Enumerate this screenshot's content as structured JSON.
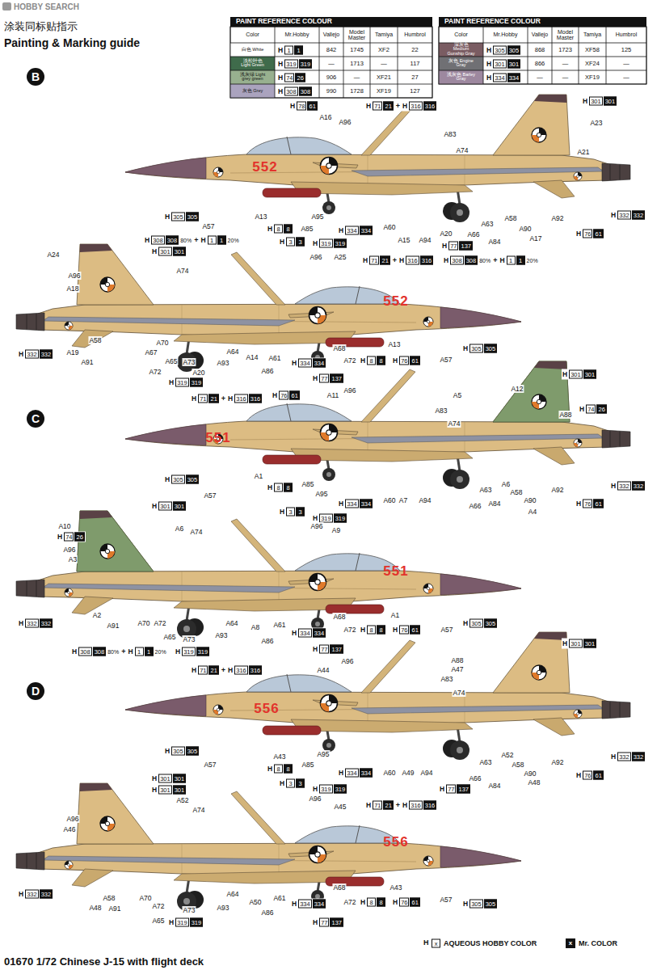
{
  "diagram": {
    "title": "Painting & Marking guide",
    "caption": "01670 1/72 Chinese J-15 with flight deck",
    "nodes": [
      {
        "text": [
          "B"
        ]
      },
      {
        "text": [
          "C"
        ]
      },
      {
        "text": [
          "D"
        ]
      }
    ],
    "labels": [
      "HOBBY SEARCH",
      "涂装同标贴指示",
      "PAINT REFERENCE COLOUR",
      "Color",
      "Mr.Hobby",
      "Vallejo",
      "Model Master",
      "Tamiya",
      "Humbrol",
      "白色 White",
      "H",
      "1",
      "1",
      "842",
      "1745",
      "XF2",
      "22",
      "淡松叶色 Light Green",
      "H",
      "319",
      "319",
      "—",
      "1713",
      "—",
      "117",
      "浅灰绿 Light grey green",
      "H",
      "74",
      "26",
      "906",
      "—",
      "XF21",
      "27",
      "灰色 Grey",
      "H",
      "308",
      "308",
      "990",
      "1728",
      "XF19",
      "127",
      "PAINT REFERENCE COLOUR",
      "Color",
      "Mr.Hobby",
      "Vallejo",
      "Model Master",
      "Tamiya",
      "Humbrol",
      "深灰色 Medium Gunship Gray",
      "H",
      "305",
      "305",
      "868",
      "1723",
      "XF58",
      "125",
      "灰色 Engine Gray",
      "H",
      "301",
      "301",
      "866",
      "—",
      "XF24",
      "—",
      "浅灰色 Barley Gray",
      "H",
      "334",
      "334",
      "—",
      "—",
      "XF19",
      "—",
      "H",
      "78",
      "61",
      "H",
      "71",
      "21",
      "+",
      "H",
      "316",
      "316",
      "A16",
      "A96",
      "H",
      "301",
      "301",
      "A83",
      "A23",
      "A74",
      "A21",
      "552",
      "A13",
      "H",
      "305",
      "305",
      "A57",
      "H",
      "8",
      "8",
      "A85",
      "A95",
      "H",
      "3",
      "3",
      "H",
      "319",
      "319",
      "H",
      "334",
      "334",
      "A60",
      "A15",
      "A94",
      "A20",
      "A66",
      "H",
      "77",
      "137",
      "A63",
      "A84",
      "A58",
      "A90",
      "A17",
      "A92",
      "H",
      "332",
      "332",
      "H",
      "76",
      "61",
      "H",
      "308",
      "308",
      "80%",
      "+",
      "H",
      "1",
      "1",
      "20%",
      "H",
      "301",
      "301",
      "A24",
      "A96",
      "A18",
      "A74",
      "A96",
      "A25",
      "H",
      "71",
      "21",
      "+",
      "H",
      "316",
      "316",
      "H",
      "308",
      "308",
      "80%",
      "+",
      "H",
      "1",
      "1",
      "20%",
      "552",
      "H",
      "332",
      "332",
      "A19",
      "A58",
      "A91",
      "A70",
      "A67",
      "A65",
      "A72",
      "A73",
      "A20",
      "H",
      "319",
      "319",
      "A93",
      "A64",
      "A14",
      "A61",
      "A86",
      "H",
      "334",
      "334",
      "H",
      "77",
      "137",
      "A68",
      "A72",
      "H",
      "8",
      "8",
      "A13",
      "H",
      "76",
      "61",
      "A57",
      "H",
      "305",
      "305",
      "H",
      "301",
      "301",
      "H",
      "71",
      "21",
      "+",
      "H",
      "316",
      "316",
      "H",
      "76",
      "61",
      "A11",
      "A96",
      "A12",
      "A5",
      "A88",
      "H",
      "74",
      "26",
      "A83",
      "A74",
      "551",
      "A1",
      "H",
      "8",
      "8",
      "A85",
      "A95",
      "H",
      "3",
      "3",
      "H",
      "319",
      "319",
      "H",
      "334",
      "334",
      "H",
      "305",
      "305",
      "A57",
      "A60",
      "A7",
      "A94",
      "A63",
      "A6",
      "A58",
      "A90",
      "A4",
      "A66",
      "A84",
      "A92",
      "H",
      "332",
      "332",
      "H",
      "76",
      "61",
      "H",
      "301",
      "301",
      "A10",
      "H",
      "74",
      "26",
      "A6",
      "A74",
      "A96",
      "A3",
      "A96",
      "A9",
      "551",
      "A1",
      "A68",
      "A72",
      "H",
      "8",
      "8",
      "H",
      "76",
      "61",
      "A57",
      "H",
      "305",
      "305",
      "H",
      "332",
      "332",
      "A2",
      "A91",
      "A70",
      "A72",
      "A65",
      "A73",
      "A93",
      "A64",
      "A8",
      "A61",
      "A86",
      "H",
      "334",
      "334",
      "H",
      "77",
      "137",
      "H",
      "308",
      "308",
      "80%",
      "+",
      "H",
      "1",
      "1",
      "20%",
      "H",
      "319",
      "319",
      "H",
      "301",
      "301",
      "H",
      "71",
      "21",
      "+",
      "H",
      "316",
      "316",
      "A44",
      "A96",
      "A88",
      "A47",
      "A83",
      "A74",
      "556",
      "H",
      "305",
      "305",
      "A57",
      "A43",
      "H",
      "8",
      "8",
      "A85",
      "A95",
      "H",
      "3",
      "3",
      "H",
      "319",
      "319",
      "H",
      "334",
      "334",
      "A60",
      "A49",
      "A94",
      "A63",
      "A52",
      "A58",
      "A90",
      "A48",
      "A66",
      "A84",
      "H",
      "77",
      "137",
      "A92",
      "H",
      "332",
      "332",
      "H",
      "76",
      "61",
      "H",
      "301",
      "301",
      "H",
      "301",
      "301",
      "A52",
      "A74",
      "A96",
      "A46",
      "A96",
      "A45",
      "H",
      "71",
      "21",
      "+",
      "H",
      "316",
      "316",
      "556",
      "H",
      "332",
      "332",
      "A48",
      "A58",
      "A91",
      "A70",
      "A72",
      "A65",
      "A73",
      "A93",
      "A64",
      "A50",
      "A61",
      "A86",
      "H",
      "334",
      "334",
      "H",
      "77",
      "137",
      "A68",
      "A43",
      "A72",
      "H",
      "8",
      "8",
      "H",
      "76",
      "61",
      "A57",
      "H",
      "305",
      "305",
      "H",
      "319",
      "319",
      "H",
      "x",
      "x"
    ],
    "legend": [
      {
        "text": "AQUEOUS HOBBY COLOR"
      },
      {
        "text": "Mr. COLOR",
        "color": "#111111"
      }
    ]
  }
}
